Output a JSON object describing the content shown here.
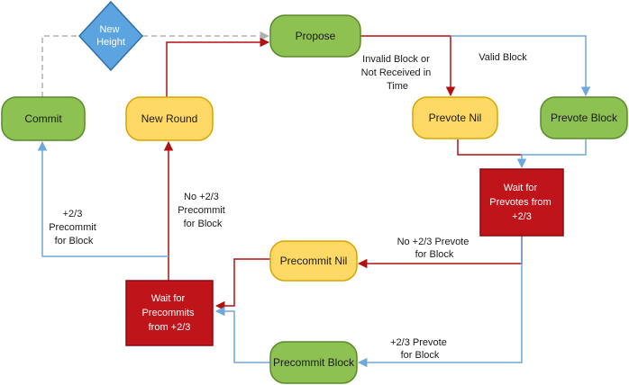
{
  "nodes": {
    "new_height": [
      "New",
      "Height"
    ],
    "propose": [
      "Propose"
    ],
    "commit": [
      "Commit"
    ],
    "new_round": [
      "New Round"
    ],
    "prevote_nil": [
      "Prevote Nil"
    ],
    "prevote_block": [
      "Prevote Block"
    ],
    "wait_prevotes": [
      "Wait for",
      "Prevotes from",
      "+2/3"
    ],
    "precommit_nil": [
      "Precommit Nil"
    ],
    "wait_precommits": [
      "Wait for",
      "Precommits",
      "from +2/3"
    ],
    "precommit_block": [
      "Precommit Block"
    ]
  },
  "edge_labels": {
    "invalid_block": [
      "Invalid Block or",
      "Not Received in",
      "Time"
    ],
    "valid_block": [
      "Valid Block"
    ],
    "plus_two_thirds_precommit": [
      "+2/3",
      "Precommit",
      "for Block"
    ],
    "no_plus_two_thirds_precommit": [
      "No +2/3",
      "Precommit",
      "for Block"
    ],
    "no_plus_two_thirds_prevote": [
      "No +2/3 Prevote",
      "for Block"
    ],
    "plus_two_thirds_prevote": [
      "+2/3 Prevote",
      "for Block"
    ]
  },
  "colors": {
    "green_fill": "#8dc152",
    "green_stroke": "#5a8a2a",
    "yellow_fill": "#ffd966",
    "yellow_stroke": "#d6a500",
    "red_fill": "#c0141b",
    "red_stroke": "#8a0a10",
    "blue_fill": "#5ba4e0",
    "blue_stroke": "#2f6fa8",
    "edge_blue": "#6fa8dc",
    "edge_red": "#b01010",
    "edge_gray": "#b0b0b0"
  }
}
